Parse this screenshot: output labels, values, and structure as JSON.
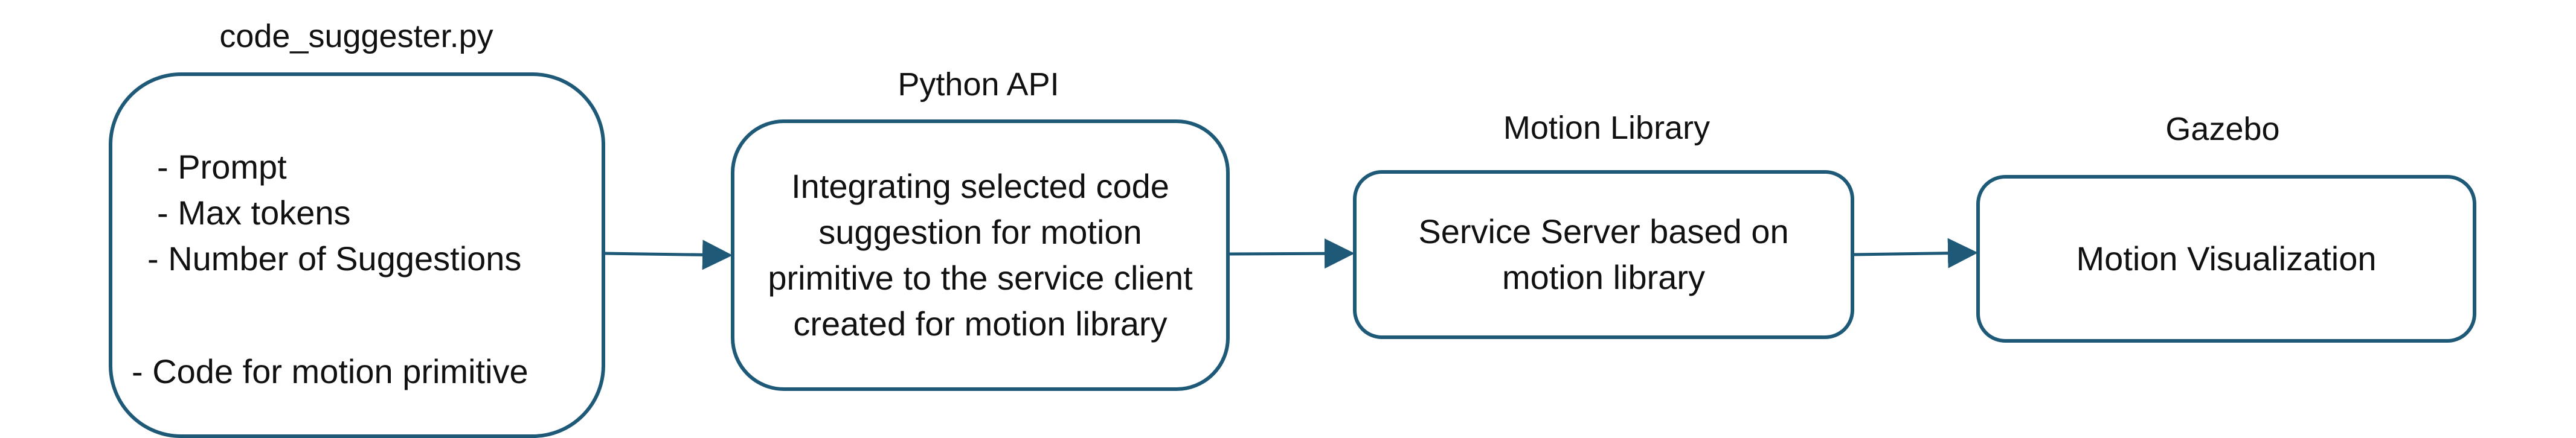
{
  "diagram": {
    "colors": {
      "stroke": "#1e5a78",
      "text": "#111111",
      "background": "#ffffff"
    },
    "nodes": {
      "code_suggester": {
        "title": "code_suggester.py",
        "inputs": [
          "- Prompt",
          "- Max tokens",
          "- Number of Suggestions"
        ],
        "output": "- Code for motion primitive"
      },
      "python_api": {
        "title": "Python API",
        "text": "Integrating selected code suggestion for motion primitive to the service client created for motion library"
      },
      "motion_library": {
        "title": "Motion Library",
        "text": "Service Server based on motion library"
      },
      "gazebo": {
        "title": "Gazebo",
        "text": "Motion Visualization"
      }
    }
  }
}
